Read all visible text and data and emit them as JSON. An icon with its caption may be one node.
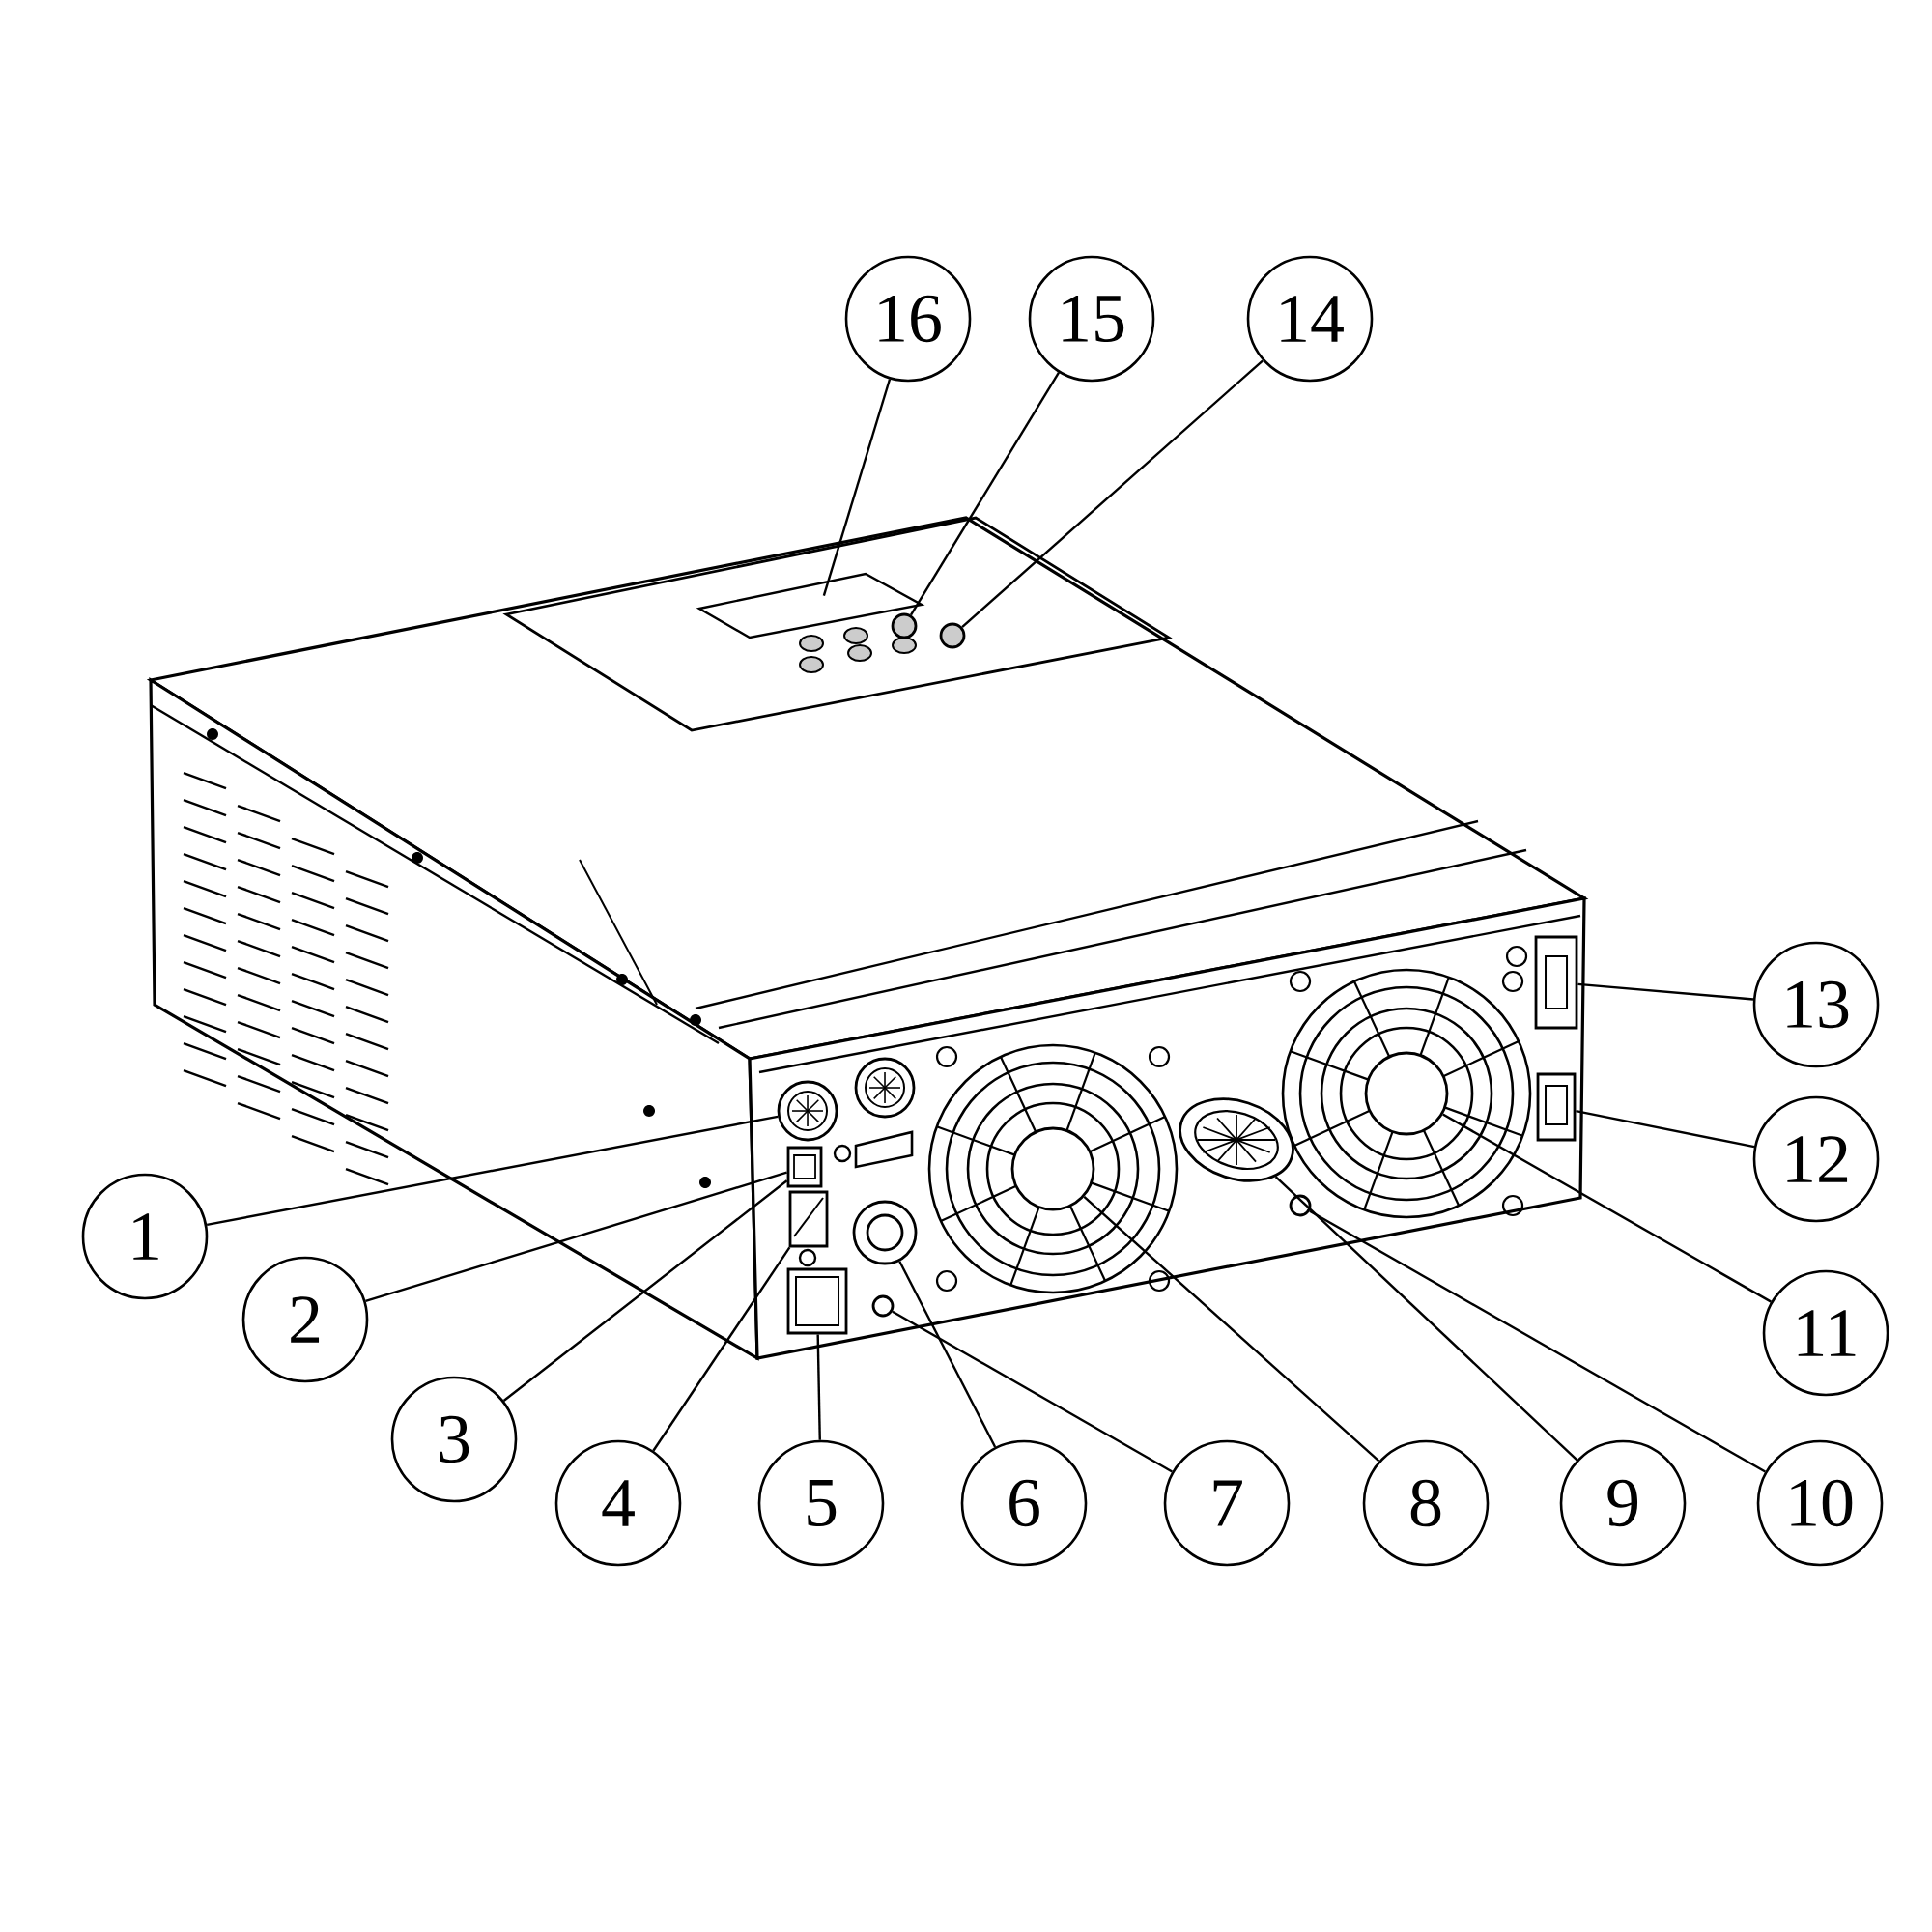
{
  "diagram": {
    "nodes": [
      {
        "text": [
          "1"
        ]
      },
      {
        "text": [
          "2"
        ]
      },
      {
        "text": [
          "3"
        ]
      },
      {
        "text": [
          "4"
        ]
      },
      {
        "text": [
          "5"
        ]
      },
      {
        "text": [
          "6"
        ]
      },
      {
        "text": [
          "7"
        ]
      },
      {
        "text": [
          "8"
        ]
      },
      {
        "text": [
          "9"
        ]
      },
      {
        "text": [
          "10"
        ]
      },
      {
        "text": [
          "11"
        ]
      },
      {
        "text": [
          "12"
        ]
      },
      {
        "text": [
          "13"
        ]
      },
      {
        "text": [
          "14"
        ]
      },
      {
        "text": [
          "15"
        ]
      },
      {
        "text": [
          "16"
        ]
      },
      {
        "text": [],
        "shape": "circle"
      },
      {
        "text": [],
        "shape": "box"
      },
      {
        "text": [],
        "shape": "box"
      },
      {
        "text": [],
        "shape": "box"
      },
      {
        "text": [],
        "shape": "circle"
      },
      {
        "text": [],
        "shape": "circle"
      },
      {
        "text": [],
        "shape": "circle"
      },
      {
        "text": [],
        "shape": "ellipse"
      },
      {
        "text": [],
        "shape": "circle"
      },
      {
        "text": [],
        "shape": "circle"
      },
      {
        "text": [],
        "shape": "box"
      },
      {
        "text": [],
        "shape": "box"
      },
      {
        "text": [],
        "shape": "circle"
      },
      {
        "text": [],
        "shape": "circle"
      },
      {
        "text": [],
        "shape": "box"
      }
    ],
    "edges": [
      {
        "from": 0,
        "to": 16,
        "arrow": "none"
      },
      {
        "from": 1,
        "to": 17,
        "arrow": "none"
      },
      {
        "from": 2,
        "to": 17,
        "arrow": "none"
      },
      {
        "from": 3,
        "to": 18,
        "arrow": "none"
      },
      {
        "from": 4,
        "to": 19,
        "arrow": "none"
      },
      {
        "from": 5,
        "to": 20,
        "arrow": "none"
      },
      {
        "from": 6,
        "to": 21,
        "arrow": "none"
      },
      {
        "from": 7,
        "to": 22,
        "arrow": "none"
      },
      {
        "from": 8,
        "to": 23,
        "arrow": "none"
      },
      {
        "from": 9,
        "to": 24,
        "arrow": "none"
      },
      {
        "from": 10,
        "to": 25,
        "arrow": "none"
      },
      {
        "from": 11,
        "to": 26,
        "arrow": "none"
      },
      {
        "from": 12,
        "to": 27,
        "arrow": "none"
      },
      {
        "from": 13,
        "to": 28,
        "arrow": "none"
      },
      {
        "from": 14,
        "to": 29,
        "arrow": "none"
      },
      {
        "from": 15,
        "to": 30,
        "arrow": "none"
      }
    ]
  }
}
